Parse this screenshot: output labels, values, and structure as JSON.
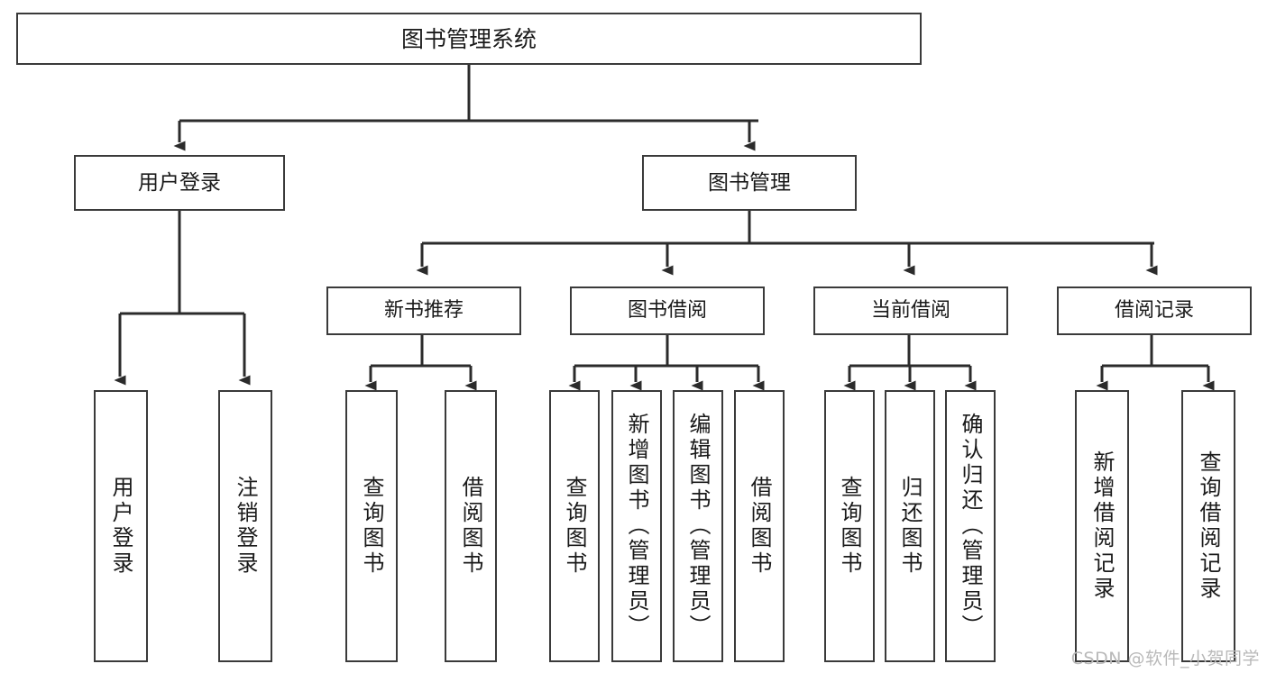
{
  "diagram": {
    "title": "图书管理系统",
    "type": "tree",
    "watermark": "CSDN @软件_小贺同学",
    "colors": {
      "box_border": "#3a3a3a",
      "box_fill": "#ffffff",
      "connector": "#2b2b2b",
      "text": "#1a1a1a",
      "watermark": "#b9b9b9"
    },
    "nodes": {
      "root": {
        "label": "图书管理系统"
      },
      "level2": [
        {
          "id": "user-login",
          "label": "用户登录"
        },
        {
          "id": "book-manage",
          "label": "图书管理"
        }
      ],
      "level3": [
        {
          "id": "new-book-rec",
          "label": "新书推荐"
        },
        {
          "id": "book-borrow",
          "label": "图书借阅"
        },
        {
          "id": "current-borrow",
          "label": "当前借阅"
        },
        {
          "id": "borrow-record",
          "label": "借阅记录"
        }
      ],
      "leaves": {
        "user-login": [
          {
            "id": "leaf-user-login",
            "label": "用户登录"
          },
          {
            "id": "leaf-logout",
            "label": "注销登录"
          }
        ],
        "new-book-rec": [
          {
            "id": "leaf-query-book-1",
            "label": "查询图书"
          },
          {
            "id": "leaf-borrow-book-1",
            "label": "借阅图书"
          }
        ],
        "book-borrow": [
          {
            "id": "leaf-query-book-2",
            "label": "查询图书"
          },
          {
            "id": "leaf-add-book",
            "label": "新增图书（管理员）"
          },
          {
            "id": "leaf-edit-book",
            "label": "编辑图书（管理员）"
          },
          {
            "id": "leaf-borrow-book-2",
            "label": "借阅图书"
          }
        ],
        "current-borrow": [
          {
            "id": "leaf-query-book-3",
            "label": "查询图书"
          },
          {
            "id": "leaf-return-book",
            "label": "归还图书"
          },
          {
            "id": "leaf-confirm-return",
            "label": "确认归还（管理员）"
          }
        ],
        "borrow-record": [
          {
            "id": "leaf-add-record",
            "label": "新增借阅记录"
          },
          {
            "id": "leaf-query-record",
            "label": "查询借阅记录"
          }
        ]
      }
    }
  }
}
